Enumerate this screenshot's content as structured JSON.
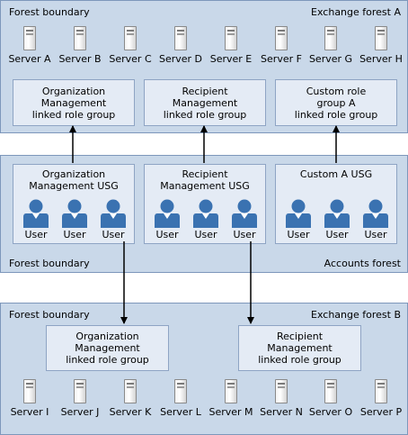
{
  "colors": {
    "forest_fill": "#c9d8e9",
    "box_fill": "#e4ebf5",
    "user_icon": "#3a72b1",
    "arrow": "#000000"
  },
  "forest_a": {
    "boundary_label": "Forest boundary",
    "name": "Exchange forest A",
    "servers": [
      "Server A",
      "Server B",
      "Server C",
      "Server D",
      "Server E",
      "Server F",
      "Server G",
      "Server H"
    ],
    "role_groups": [
      "Organization\nManagement\nlinked role group",
      "Recipient\nManagement\nlinked role group",
      "Custom role\ngroup A\nlinked role group"
    ]
  },
  "accounts_forest": {
    "boundary_label": "Forest boundary",
    "name": "Accounts forest",
    "usgs": [
      {
        "title": "Organization\nManagement USG",
        "users": [
          "User",
          "User",
          "User"
        ]
      },
      {
        "title": "Recipient\nManagement USG",
        "users": [
          "User",
          "User",
          "User"
        ]
      },
      {
        "title": "Custom A USG",
        "users": [
          "User",
          "User",
          "User"
        ]
      }
    ]
  },
  "forest_b": {
    "boundary_label": "Forest boundary",
    "name": "Exchange forest B",
    "role_groups": [
      "Organization\nManagement\nlinked role group",
      "Recipient\nManagement\nlinked role group"
    ],
    "servers": [
      "Server I",
      "Server J",
      "Server K",
      "Server L",
      "Server M",
      "Server N",
      "Server O",
      "Server P"
    ]
  },
  "icons": {
    "server": "server-tower-icon",
    "user": "user-person-icon"
  }
}
